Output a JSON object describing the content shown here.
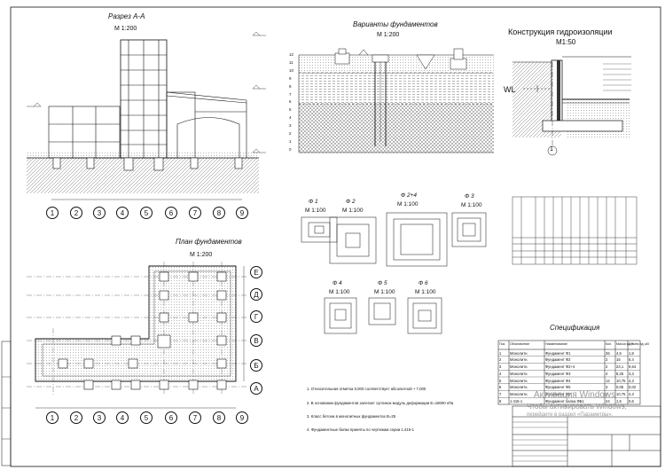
{
  "section": {
    "title": "Разрез А-А",
    "scale": "М 1:200"
  },
  "variants": {
    "title": "Варианты фундаментов",
    "scale": "М 1:200",
    "depth_marks": [
      "12",
      "11",
      "10",
      "9",
      "8",
      "7",
      "6",
      "5",
      "4",
      "3",
      "2",
      "1",
      "0"
    ]
  },
  "waterproof": {
    "title": "Конструкция гидроизоляции",
    "scale": "М1:50",
    "wl": "WL",
    "axis": "1"
  },
  "axes_numeric": [
    "1",
    "2",
    "3",
    "4",
    "5",
    "6",
    "7",
    "8",
    "9"
  ],
  "axes_letters": [
    "Е",
    "Д",
    "Г",
    "В",
    "Б",
    "А"
  ],
  "plan": {
    "title": "План фундаментов",
    "scale": "М 1:200"
  },
  "footings": [
    {
      "name": "Ф 1",
      "scale": "М 1:100"
    },
    {
      "name": "Ф 2",
      "scale": "М 1:100"
    },
    {
      "name": "Ф 2+4",
      "scale": "М 1:100"
    },
    {
      "name": "Ф 3",
      "scale": "М 1:100"
    },
    {
      "name": "Ф 4",
      "scale": "М 1:100"
    },
    {
      "name": "Ф 5",
      "scale": "М 1:100"
    },
    {
      "name": "Ф 6",
      "scale": "М 1:100"
    }
  ],
  "notes": [
    "1. Относительная отметка 0,000 соответствует абсолютной + 7,000",
    "2. В основании фундаментов залегает суглинок модуль деформации Е=18000 кПа",
    "3. Класс бетона в монолитных фундаментах В=25",
    "4. Фундаментные балки приняты по чертежам серии 1.415-1"
  ],
  "spec": {
    "title": "Спецификация",
    "headers": [
      "Поз.",
      "Обозначение",
      "Наименование",
      "Кол.",
      "Масса ед.,т",
      "Объем ед.,м3"
    ],
    "rows": [
      [
        "1",
        "Монолитн.",
        "Фундамент Ф1",
        "26",
        "4,5",
        "1,8"
      ],
      [
        "2",
        "Монолитн.",
        "Фундамент Ф2",
        "2",
        "16",
        "6,4"
      ],
      [
        "3",
        "Монолитн.",
        "Фундамент Ф2+4",
        "2",
        "24,1",
        "9,64"
      ],
      [
        "4",
        "Монолитн.",
        "Фундамент Ф3",
        "4",
        "8,25",
        "3,3"
      ],
      [
        "5",
        "Монолитн.",
        "Фундамент Ф4",
        "12",
        "10,75",
        "4,3"
      ],
      [
        "6",
        "Монолитн.",
        "Фундамент Ф5",
        "3",
        "0,05",
        "0,02"
      ],
      [
        "7",
        "Монолитн.",
        "Фундамент Ф6",
        "3",
        "10,75",
        "4,3"
      ],
      [
        "8",
        "1.415-1",
        "Фундамент балка ФБ1",
        "24",
        "1,5",
        "0,6"
      ]
    ]
  },
  "watermark": {
    "line1": "Активация Windows",
    "line2": "Чтобы активировать Windows,",
    "line3": "перейдите в раздел «Параметры»."
  }
}
